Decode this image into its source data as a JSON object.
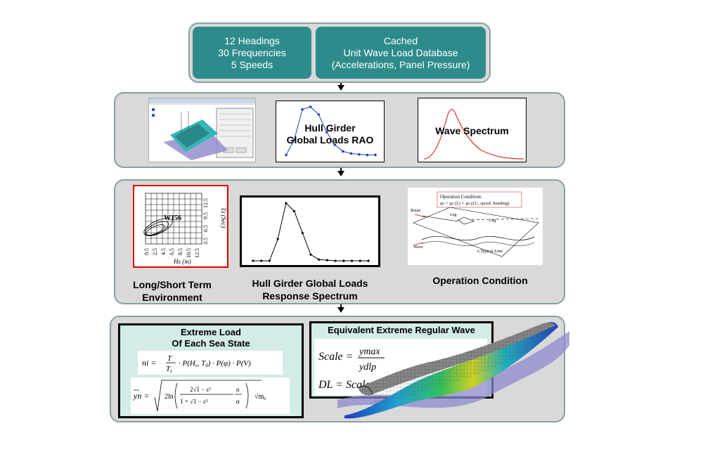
{
  "top": {
    "left_box": {
      "line1": "12 Headings",
      "line2": "30 Frequencies",
      "line3": "5 Speeds"
    },
    "right_box": {
      "line1": "Cached",
      "line2": "Unit Wave Load Database",
      "line3": "(Accelerations, Panel Pressure)"
    }
  },
  "row2": {
    "rao_label_1": "Hull Girder",
    "rao_label_2": "Global Loads RAO",
    "spectrum_label": "Wave Spectrum"
  },
  "row3": {
    "env_label_1": "Long/Short Term",
    "env_label_2": "Environment",
    "resp_label_1": "Hull Girder Global Loads",
    "resp_label_2": "Response Spectrum",
    "op_label": "Operation Condition",
    "scatter": {
      "marker": "W156",
      "y_axis_label": "Tz (Sec)",
      "x_axis_label": "Hs (m)",
      "x_ticks": [
        "0.5",
        "2.5",
        "4.5",
        "6.5",
        "8.5",
        "10.5",
        "12.5"
      ],
      "y_ticks": [
        "3.5",
        "6.5",
        "9.5",
        "12.5"
      ]
    },
    "op_diagram": {
      "title": "Operation Condition:",
      "formula": "qs = qs (L) = qs (LC, speed, heading)",
      "route": "Route",
      "leg": "Leg",
      "leg2": "Leg",
      "wave": "Wave",
      "zone": "A Typical Zone"
    }
  },
  "row4": {
    "extreme_title_1": "Extreme Load",
    "extreme_title_2": "Of Each Sea State",
    "equiv_title": "Equivalent Extreme Regular Wave",
    "formula_scale": "Scale =",
    "formula_ymax": "ymax",
    "formula_ydlp": "ydlp",
    "formula_dl": "DL = Scale",
    "formula_n": "ni =",
    "formula_y": "yn ="
  },
  "colors": {
    "teal": "#2e8b8b",
    "panel": "#d9d9d9",
    "panel_border": "#8a9fa5",
    "light_teal": "#d3ece8",
    "highlight_red": "#e00000"
  },
  "chart_data": [
    {
      "type": "line",
      "title": "Hull Girder Global Loads RAO",
      "x": [
        1,
        2,
        3,
        4,
        5,
        6,
        7,
        8,
        9,
        10,
        11,
        12
      ],
      "values": [
        0.05,
        0.35,
        0.95,
        1.0,
        0.85,
        0.5,
        0.25,
        0.12,
        0.08,
        0.06,
        0.05,
        0.05
      ]
    },
    {
      "type": "line",
      "title": "Hull Girder Global Loads Response Spectrum",
      "x": [
        1,
        2,
        3,
        4,
        5,
        6,
        7,
        8,
        9,
        10,
        11,
        12,
        13,
        14,
        15
      ],
      "values": [
        0.0,
        0.0,
        0.0,
        0.35,
        0.93,
        0.8,
        0.45,
        0.1,
        0.02,
        0.01,
        0.0,
        0.0,
        0.0,
        0.0,
        0.0
      ]
    }
  ]
}
